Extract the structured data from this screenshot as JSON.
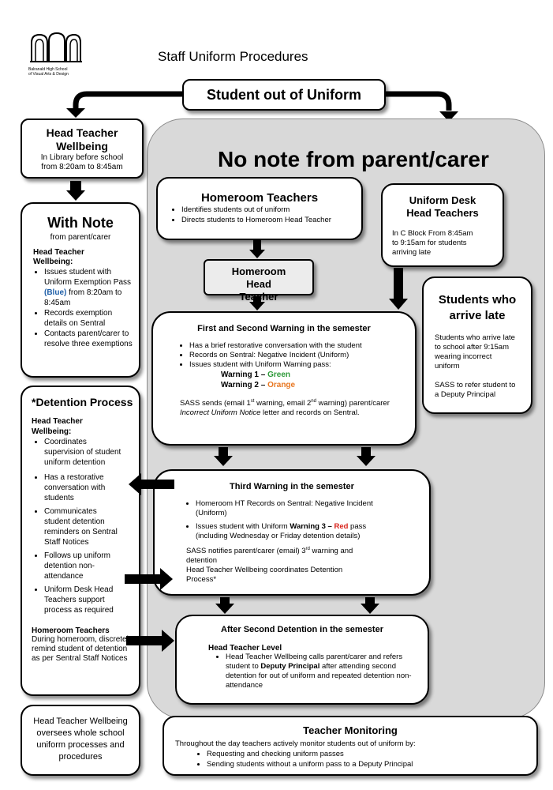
{
  "logo": {
    "line1": "Balranald High School",
    "line2": "of Visual Arts & Design"
  },
  "title": "Staff Uniform Procedures",
  "top": "Student out of Uniform",
  "ht_wellbeing_top": {
    "title": "Head Teacher Wellbeing",
    "line1": "In Library before school",
    "line2": "from 8:20am to 8:45am"
  },
  "with_note": {
    "title": "With Note",
    "subtitle": "from parent/carer",
    "heading": "Head Teacher Wellbeing:",
    "items": [
      "Issues student with Uniform Exemption Pass ",
      "Records exemption details on Sentral",
      "Contacts parent/carer to resolve three exemptions"
    ],
    "blue_word": "(Blue)",
    "item1_tail": " from 8:20am to 8:45am"
  },
  "detention": {
    "title": "*Detention Process",
    "heading": "Head Teacher Wellbeing:",
    "items": [
      "Coordinates supervision of student uniform detention",
      "Has a restorative conversation with students",
      "Communicates student detention reminders on Sentral Staff Notices",
      "Follows up uniform detention non-attendance",
      "Uniform Desk Head Teachers support process as required"
    ],
    "homeroom_heading": "Homeroom Teachers",
    "homeroom_text": "During homeroom, discretely remind student of detention as per Sentral Staff Notices"
  },
  "oversees": "Head Teacher Wellbeing oversees whole school uniform processes and procedures",
  "no_note": "No note from parent/carer",
  "homeroom": {
    "title": "Homeroom Teachers",
    "items": [
      "Identifies students out of uniform",
      "Directs students to Homeroom Head Teacher"
    ]
  },
  "uniform_desk": {
    "title": "Uniform Desk Head Teachers",
    "text": "In C Block From 8:45am to 9:15am for students arriving late"
  },
  "homeroom_ht": "Homeroom Head Teacher",
  "arrive_late": {
    "title": "Students who arrive late",
    "text1": "Students who arrive late to school after 9:15am wearing incorrect uniform",
    "text2": "SASS to refer student to a Deputy Principal"
  },
  "first_second": {
    "title": "First and Second Warning in the semester",
    "items": [
      "Has a brief restorative conversation with the student",
      "Records on Sentral: Negative Incident (Uniform)",
      "Issues student with Uniform Warning pass:"
    ],
    "w1_label": "Warning 1 – ",
    "w1_color": "Green",
    "w2_label": "Warning 2 – ",
    "w2_color": "Orange",
    "sass_a": "SASS sends (email 1",
    "st": "st",
    "sass_b": " warning, email 2",
    "nd": "nd",
    "sass_c": " warning) parent/carer ",
    "sass_italic": "Incorrect Uniform Notice",
    "sass_d": " letter and records on Sentral."
  },
  "third": {
    "title": "Third Warning in the semester",
    "item1": "Homeroom HT Records on Sentral: Negative Incident (Uniform)",
    "item2_a": "Issues student with Uniform ",
    "item2_bold": "Warning 3 – ",
    "item2_red": "Red",
    "item2_b": " pass (including Wednesday or Friday detention details)",
    "sass_a": "SASS notifies parent/carer (email) 3",
    "rd": "rd",
    "sass_b": " warning and detention",
    "coord": "Head Teacher Wellbeing coordinates Detention Process*"
  },
  "after_second": {
    "title": "After Second Detention in the semester",
    "heading": "Head Teacher Level",
    "item_a": "Head Teacher Wellbeing calls parent/carer and refers student to ",
    "item_bold": "Deputy Principal",
    "item_b": " after attending second detention for out of uniform and repeated detention non-attendance"
  },
  "monitoring": {
    "title": "Teacher Monitoring",
    "intro": "Throughout the day teachers actively monitor students out of uniform by:",
    "items": [
      "Requesting and checking uniform passes",
      "Sending students without a uniform pass to a Deputy Principal"
    ]
  },
  "colors": {
    "green": "#2e9a3a",
    "orange": "#e87722",
    "red": "#d9231b",
    "blue": "#1f5fa8",
    "panel": "#d9d9d9"
  }
}
